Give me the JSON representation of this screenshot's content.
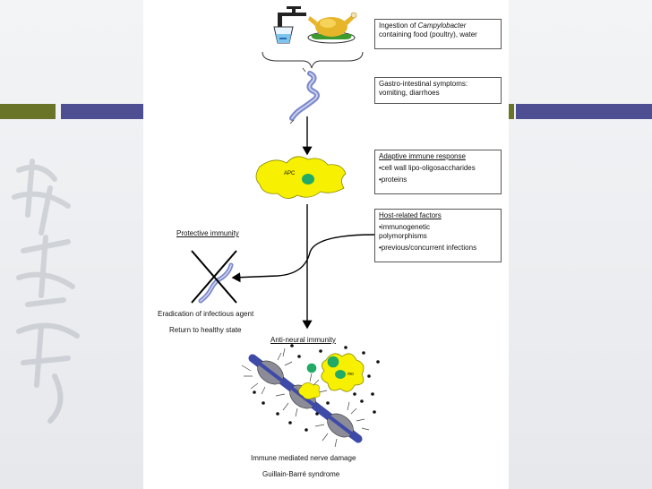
{
  "boxes": {
    "ingestion": {
      "prefix": "Ingestion of ",
      "italic": "Campylobacter",
      "rest": "containing food (poultry), water"
    },
    "gi": {
      "line1": "Gastro-intestinal symptoms:",
      "line2": "vomiting, diarrhoes"
    },
    "adaptive": {
      "title": "Adaptive immune response",
      "items": [
        "•cell wall lipo-oligosaccharides",
        "•proteins"
      ]
    },
    "host": {
      "title": "Host-related factors",
      "items": [
        "•immunogenetic polymorphisms",
        "•previous/concurrent infections"
      ]
    }
  },
  "labels": {
    "apc": "APC",
    "mo": "mo",
    "protective": "Protective immunity",
    "eradication": "Eradication of infectious agent",
    "healthy": "Return to healthy state",
    "antineural": "Anti-neural immunity",
    "damage": "Immune mediated nerve damage",
    "gbs": "Guillain-Barré syndrome"
  },
  "colors": {
    "olive": "#6a7428",
    "purple": "#4e4f92",
    "yellow": "#f7f000",
    "green": "#22aa66",
    "bacteria": "#7a86c8"
  }
}
